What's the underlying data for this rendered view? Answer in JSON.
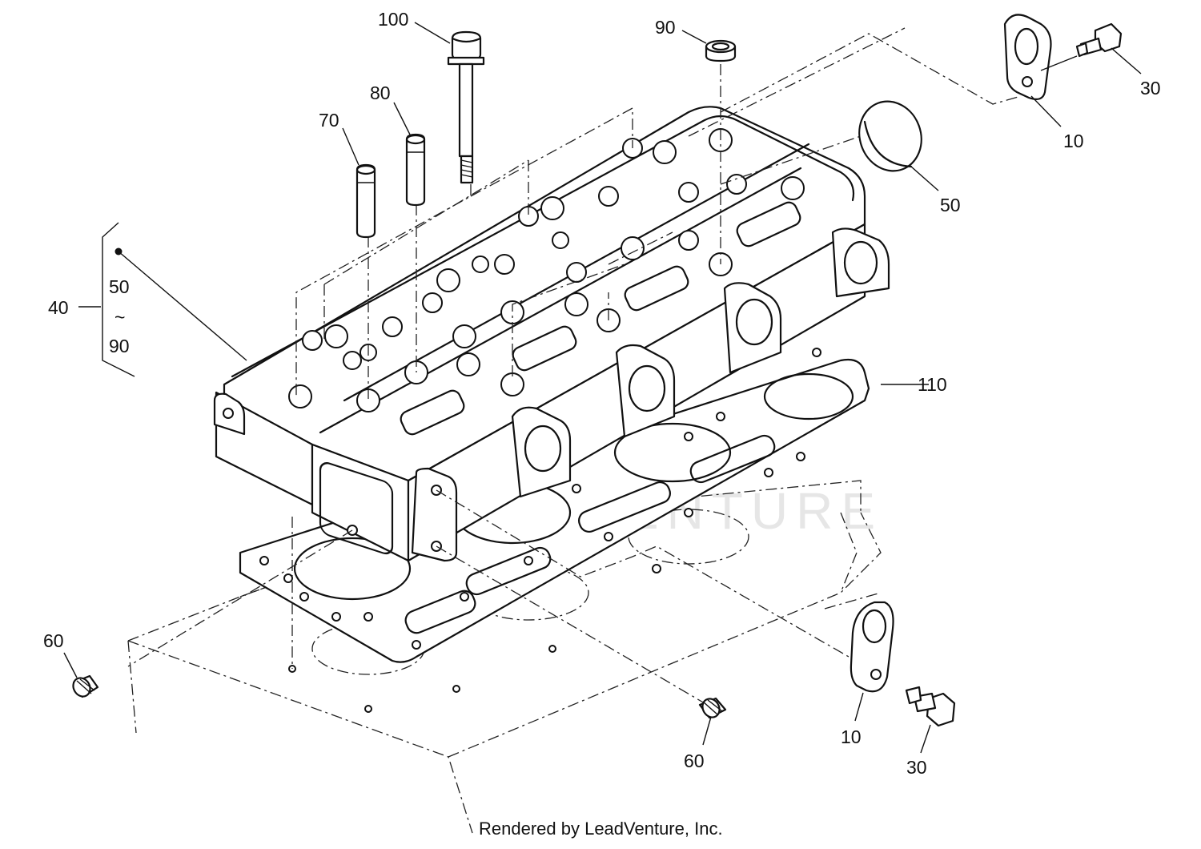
{
  "diagram": {
    "callouts": {
      "c100": "100",
      "c90_top": "90",
      "c80": "80",
      "c70": "70",
      "c40": "40",
      "c50_bracket": "50",
      "c_tilde": "~",
      "c90_bracket": "90",
      "c110": "110",
      "c10_top": "10",
      "c30_top": "30",
      "c50_plug": "50",
      "c60_left": "60",
      "c60_right": "60",
      "c10_bottom": "10",
      "c30_bottom": "30"
    },
    "watermark": "LEADVENTURE",
    "footer": "Rendered by LeadVenture, Inc."
  }
}
